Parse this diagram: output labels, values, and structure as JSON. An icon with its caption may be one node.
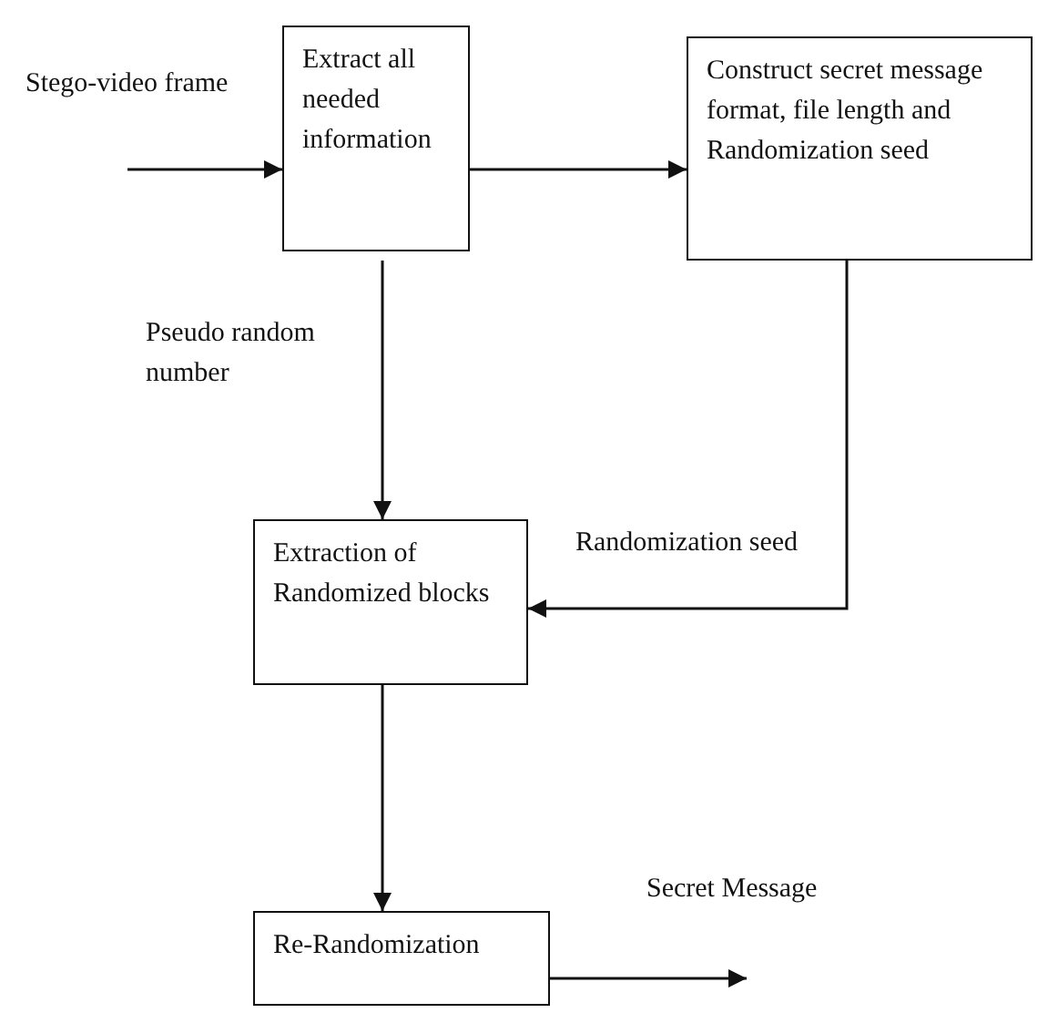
{
  "diagram": {
    "nodes": [
      {
        "text": [
          "Extract all needed information"
        ]
      },
      {
        "text": [
          "Construct secret message format, file length and Randomization seed"
        ]
      },
      {
        "text": [
          "Extraction of Randomized blocks"
        ]
      },
      {
        "text": [
          "Re-Randomization"
        ]
      }
    ],
    "edges": [
      {
        "from": null,
        "to": 0,
        "arrow": "to",
        "label": "Stego-video frame"
      },
      {
        "from": 0,
        "to": 1,
        "arrow": "to"
      },
      {
        "from": 0,
        "to": 2,
        "arrow": "to",
        "label": "Pseudo random number"
      },
      {
        "from": 1,
        "to": 2,
        "arrow": "to",
        "label": "Randomization seed"
      },
      {
        "from": 2,
        "to": 3,
        "arrow": "to"
      },
      {
        "from": 3,
        "to": null,
        "arrow": "to",
        "label": "Secret Message"
      }
    ]
  }
}
